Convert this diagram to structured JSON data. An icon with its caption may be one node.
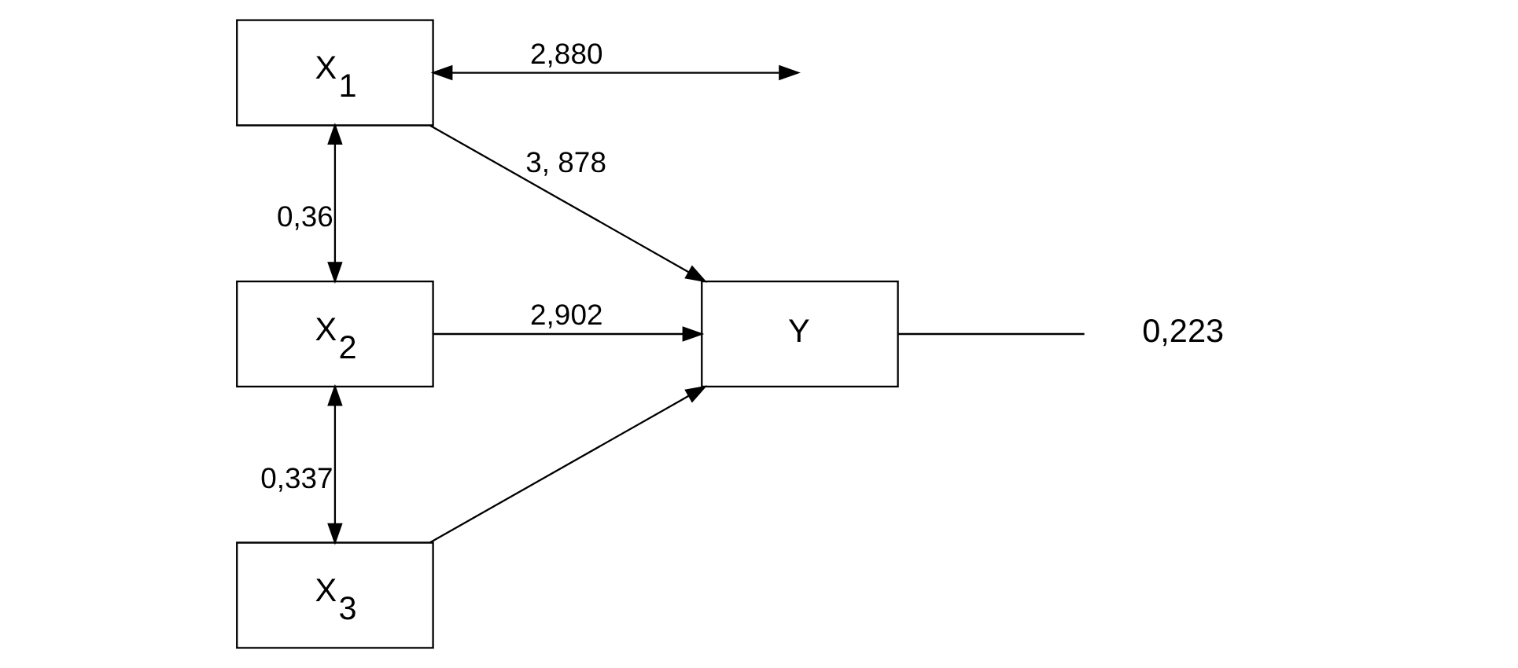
{
  "diagram": {
    "nodes": [
      {
        "text": [
          "X$_{1}$"
        ]
      },
      {
        "text": [
          "X$_{2}$"
        ]
      },
      {
        "text": [
          "X$_{3}$"
        ]
      },
      {
        "text": [
          "Y"
        ]
      },
      {
        "text": [
          "0,223"
        ]
      }
    ],
    "edges": [
      {
        "from": 0,
        "to": 3,
        "arrow": "to",
        "label": "3, 878"
      },
      {
        "from": 1,
        "to": 3,
        "arrow": "to",
        "label": "2,902"
      },
      {
        "from": 2,
        "to": 3,
        "arrow": "to"
      },
      {
        "from": 0,
        "to": 1,
        "arrow": "both",
        "label": "0,36"
      },
      {
        "from": 1,
        "to": 2,
        "arrow": "both",
        "label": "0,337"
      },
      {
        "from": 0,
        "to": null,
        "arrow": "both",
        "label": "2,880"
      },
      {
        "from": 3,
        "to": 4,
        "arrow": "none"
      }
    ]
  }
}
